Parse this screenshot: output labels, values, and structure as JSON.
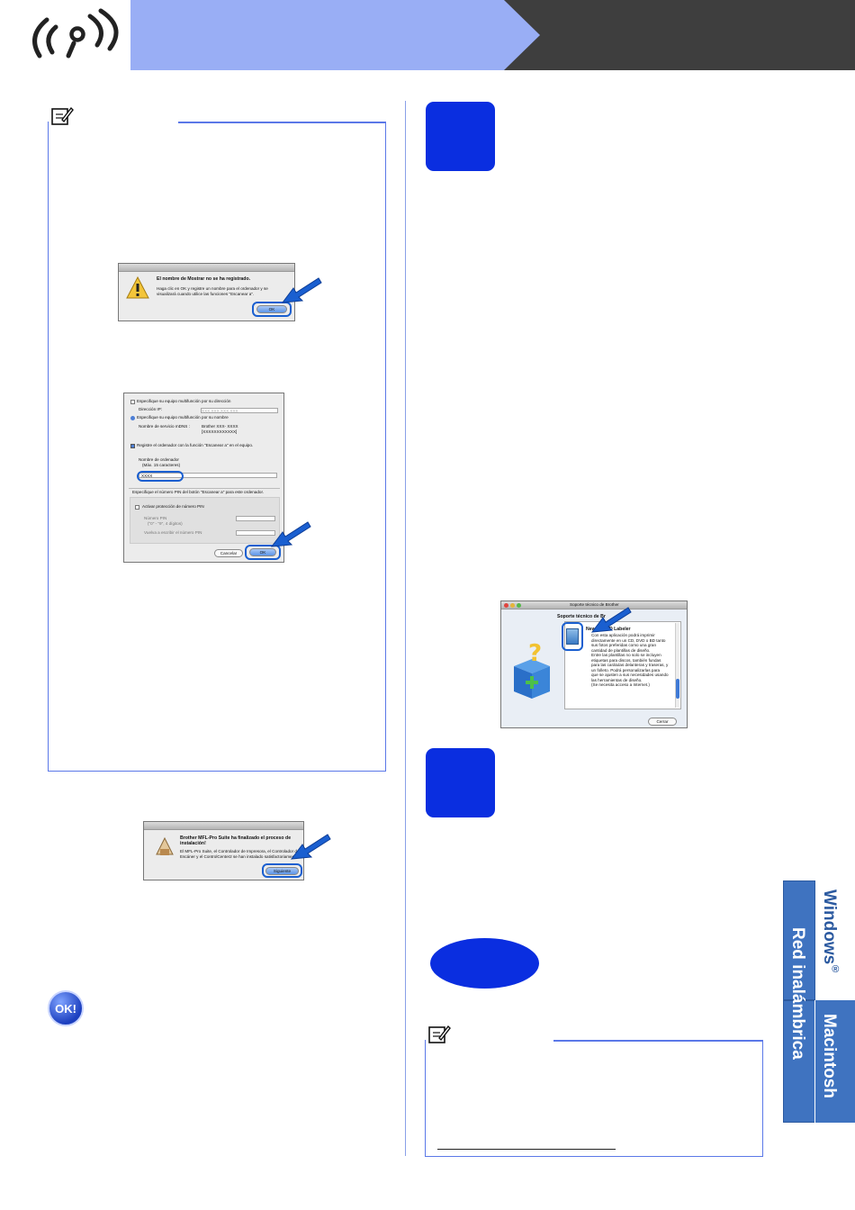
{
  "dialog_mostrar": {
    "title": "El nombre de Mostrar no se ha registrado.",
    "body_line1": "Haga clic en OK y registre un nombre para el ordenador y se",
    "body_line2": "visualizará cuando utilice las funciones \"Escanear a\".",
    "ok_label": "OK"
  },
  "dialog_scanner": {
    "option_ip": "Especifique su equipo multifunción por su dirección",
    "ip_label": "Dirección IP:",
    "ip_placeholder": "XXX.XXX.XXX.XXX",
    "option_name": "Especifique su equipo multifunción por su nombre",
    "mdns_label": "Nombre de servicio mDNS :",
    "mdns_value1": "Brother XXX- XXXX",
    "mdns_value2": "[XXXXXXXXXXXX]",
    "register_label": "Registre el ordenador con la función \"Escanear a\" en el equipo.",
    "computer_name_label": "Nombre de ordenador",
    "computer_name_hint": "(Máx. 15 caracteres)",
    "computer_name_value": "XXXX",
    "pin_section_label": "Especifique el número PIN del botón \"Escanear a\" para este ordenador.",
    "pin_activate_label": "Activar protección de número PIN",
    "pin_number_label": "Número PIN",
    "pin_hint": "(\"0\" - \"9\", 4 dígitos)",
    "pin_repeat_label": "Vuelva a escribir el número PIN",
    "cancel_label": "Cancelar",
    "ok_label": "OK"
  },
  "dialog_finished": {
    "title_line1": "Brother MFL-Pro Suite ha finalizado el proceso de",
    "title_line2": "instalación!",
    "body_line1": "El MFL-Pro Suite, el Controlador de Impresora, el Controlador de",
    "body_line2": "Escáner y el ControlCenter2 se han instalado satisfactoriamente.",
    "next_label": "Siguiente"
  },
  "dialog_support": {
    "window_title": "Soporte técnico de Brother",
    "panel_title": "Soporte técnico de Br",
    "app_name": "NewSoft CD Labeler",
    "desc": [
      "Con esta aplicación podrá imprimir",
      "directamente en un CD, DVD o BD tanto",
      "sus fotos preferidas como una gran",
      "cantidad de plantillas de diseño.",
      "Entre las plantillas no solo se incluyen",
      "etiquetas para discos, también fundas",
      "para las carátulas delanteras y traseras, y",
      "un folleto. Podrá personalizarlas para",
      "que se ajusten a sus necesidades usando",
      "las herramientas de diseño.",
      "(Se necesita acceso a Internet.)"
    ],
    "close_label": "Cerrar"
  },
  "ok_badge": "OK!",
  "side_tab": {
    "windows": "Windows",
    "registered": "®",
    "red": "Red inalámbrica",
    "macintosh": "Macintosh"
  },
  "colors": {
    "header_blue": "#99aef5",
    "header_dark": "#3e3e3e",
    "step_blue": "#0a2ee0",
    "note_border": "#5b78e8",
    "tab_blue": "#3f73c0",
    "arrow_blue": "#1a5fd0"
  }
}
